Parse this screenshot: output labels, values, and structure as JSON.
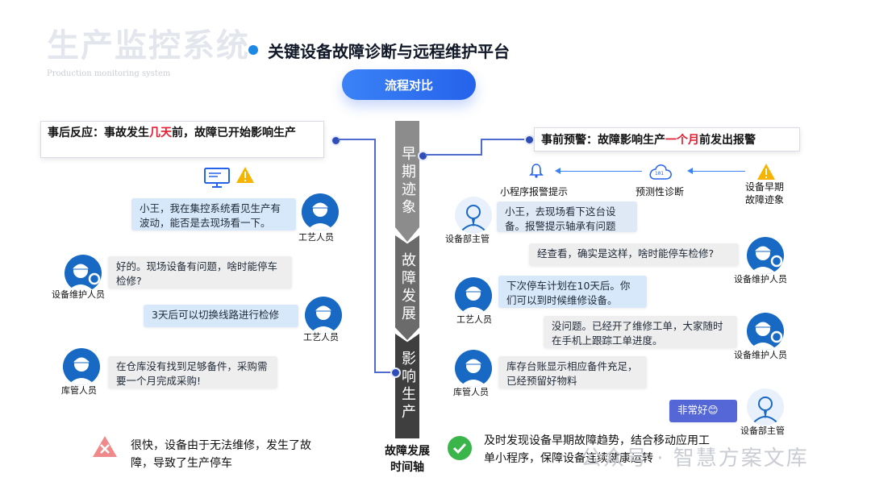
{
  "header": {
    "watermark_title": "生产监控系统",
    "watermark_subtitle": "Production monitoring system",
    "title": "关键设备故障诊断与远程维护平台",
    "pill_label": "流程对比"
  },
  "timeline": {
    "stages": [
      "早期迹象",
      "故障发展",
      "影响生产"
    ],
    "axis_label_line1": "故障发展",
    "axis_label_line2": "时间轴"
  },
  "left": {
    "top_box": {
      "prefix": "事后反应：事故发生",
      "highlight": "几天",
      "suffix": "前，故障已开始影响生产"
    },
    "chats": [
      {
        "text": "小王，我在集控系统看见生产有波动，能否是去现场看一下。",
        "role": "工艺人员"
      },
      {
        "text": "好的。现场设备有问题，啥时能停车检修?",
        "role": "设备维护人员"
      },
      {
        "text": "3天后可以切换线路进行检修",
        "role": "工艺人员"
      },
      {
        "text": "在仓库没有找到足够备件，采购需要一个月完成采购!",
        "role": "库管人员"
      }
    ],
    "bottom": "很快，设备由于无法维修，发生了故障，导致了生产停车"
  },
  "right": {
    "top_box": {
      "prefix": "事前预警：故障影响生产",
      "highlight": "一个月",
      "suffix": "前发出报警"
    },
    "flow": {
      "alarm": "小程序报警提示",
      "diagnosis": "预测性诊断",
      "early": "设备早期故障迹象"
    },
    "chats": [
      {
        "text": "小王，去现场看下这台设备。报警提示轴承有问题",
        "role": "设备部主管"
      },
      {
        "text": "经查看，确实是这样，啥时能停车检修?",
        "role": "设备维护人员"
      },
      {
        "text": "下次停车计划在10天后。你们可以到时候维修设备。",
        "role": "工艺人员"
      },
      {
        "text": "没问题。已经开了维修工单，大家随时在手机上跟踪工单进度。",
        "role": "设备维护人员"
      },
      {
        "text": "库存台账显示相应备件充足，已经预留好物料",
        "role": "库管人员"
      },
      {
        "text": "非常好😊",
        "role": "设备部主管"
      }
    ],
    "bottom": "及时发现设备早期故障趋势，结合移动应用工单小程序，保障设备连续健康运转"
  },
  "footer_watermark": "公众号 · 智慧方案文库",
  "colors": {
    "accent": "#2563eb",
    "highlight_red": "#e11d2f",
    "avatar_blue": "#1769c4"
  }
}
